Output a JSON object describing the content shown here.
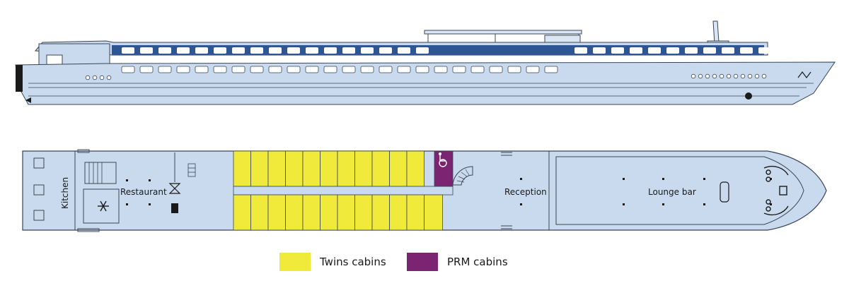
{
  "labels": {
    "kitchen": "Kitchen",
    "restaurant": "Restaurant",
    "reception": "Reception",
    "lounge_bar": "Lounge bar"
  },
  "legend": {
    "twins": "Twins cabins",
    "prm": "PRM cabins"
  },
  "colors": {
    "hull": "#c9daef",
    "outline": "#3a4556",
    "band": "#2f5592",
    "twins": "#f0eb3a",
    "prm": "#7b2472"
  },
  "icons": {
    "wheelchair": "wheelchair-icon",
    "snowflake": "snowflake-icon"
  },
  "cabins": {
    "upper_row": 12,
    "lower_row": 12
  }
}
